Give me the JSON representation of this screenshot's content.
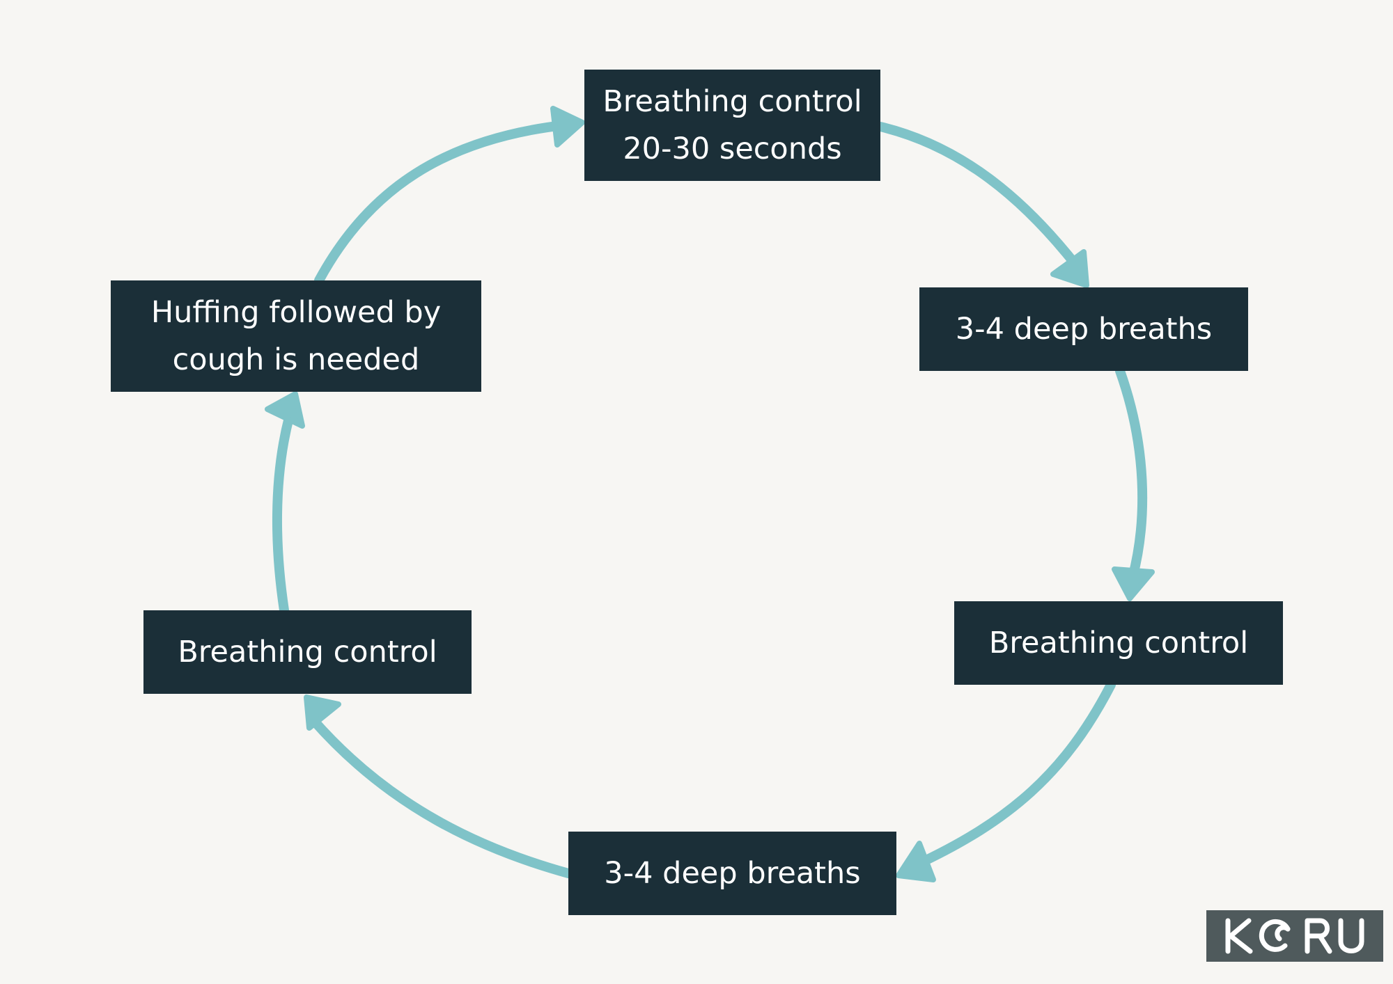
{
  "diagram": {
    "nodes": [
      {
        "id": "top",
        "lines": [
          "Breathing control",
          "20-30 seconds"
        ]
      },
      {
        "id": "right-up",
        "lines": [
          "3-4 deep breaths"
        ]
      },
      {
        "id": "right-down",
        "lines": [
          "Breathing control"
        ]
      },
      {
        "id": "bottom",
        "lines": [
          "3-4 deep breaths"
        ]
      },
      {
        "id": "left-down",
        "lines": [
          "Breathing control"
        ]
      },
      {
        "id": "left-up",
        "lines": [
          "Huffing followed by",
          "cough is needed"
        ]
      }
    ],
    "flow": "clockwise cycle",
    "colors": {
      "background": "#f7f6f3",
      "box": "#1b2f38",
      "box_text": "#ffffff",
      "arrow": "#7fc3c8",
      "logo_bg": "#4f5a5c"
    }
  },
  "logo": {
    "text": "KORU",
    "icon": "koru-spiral-icon"
  }
}
